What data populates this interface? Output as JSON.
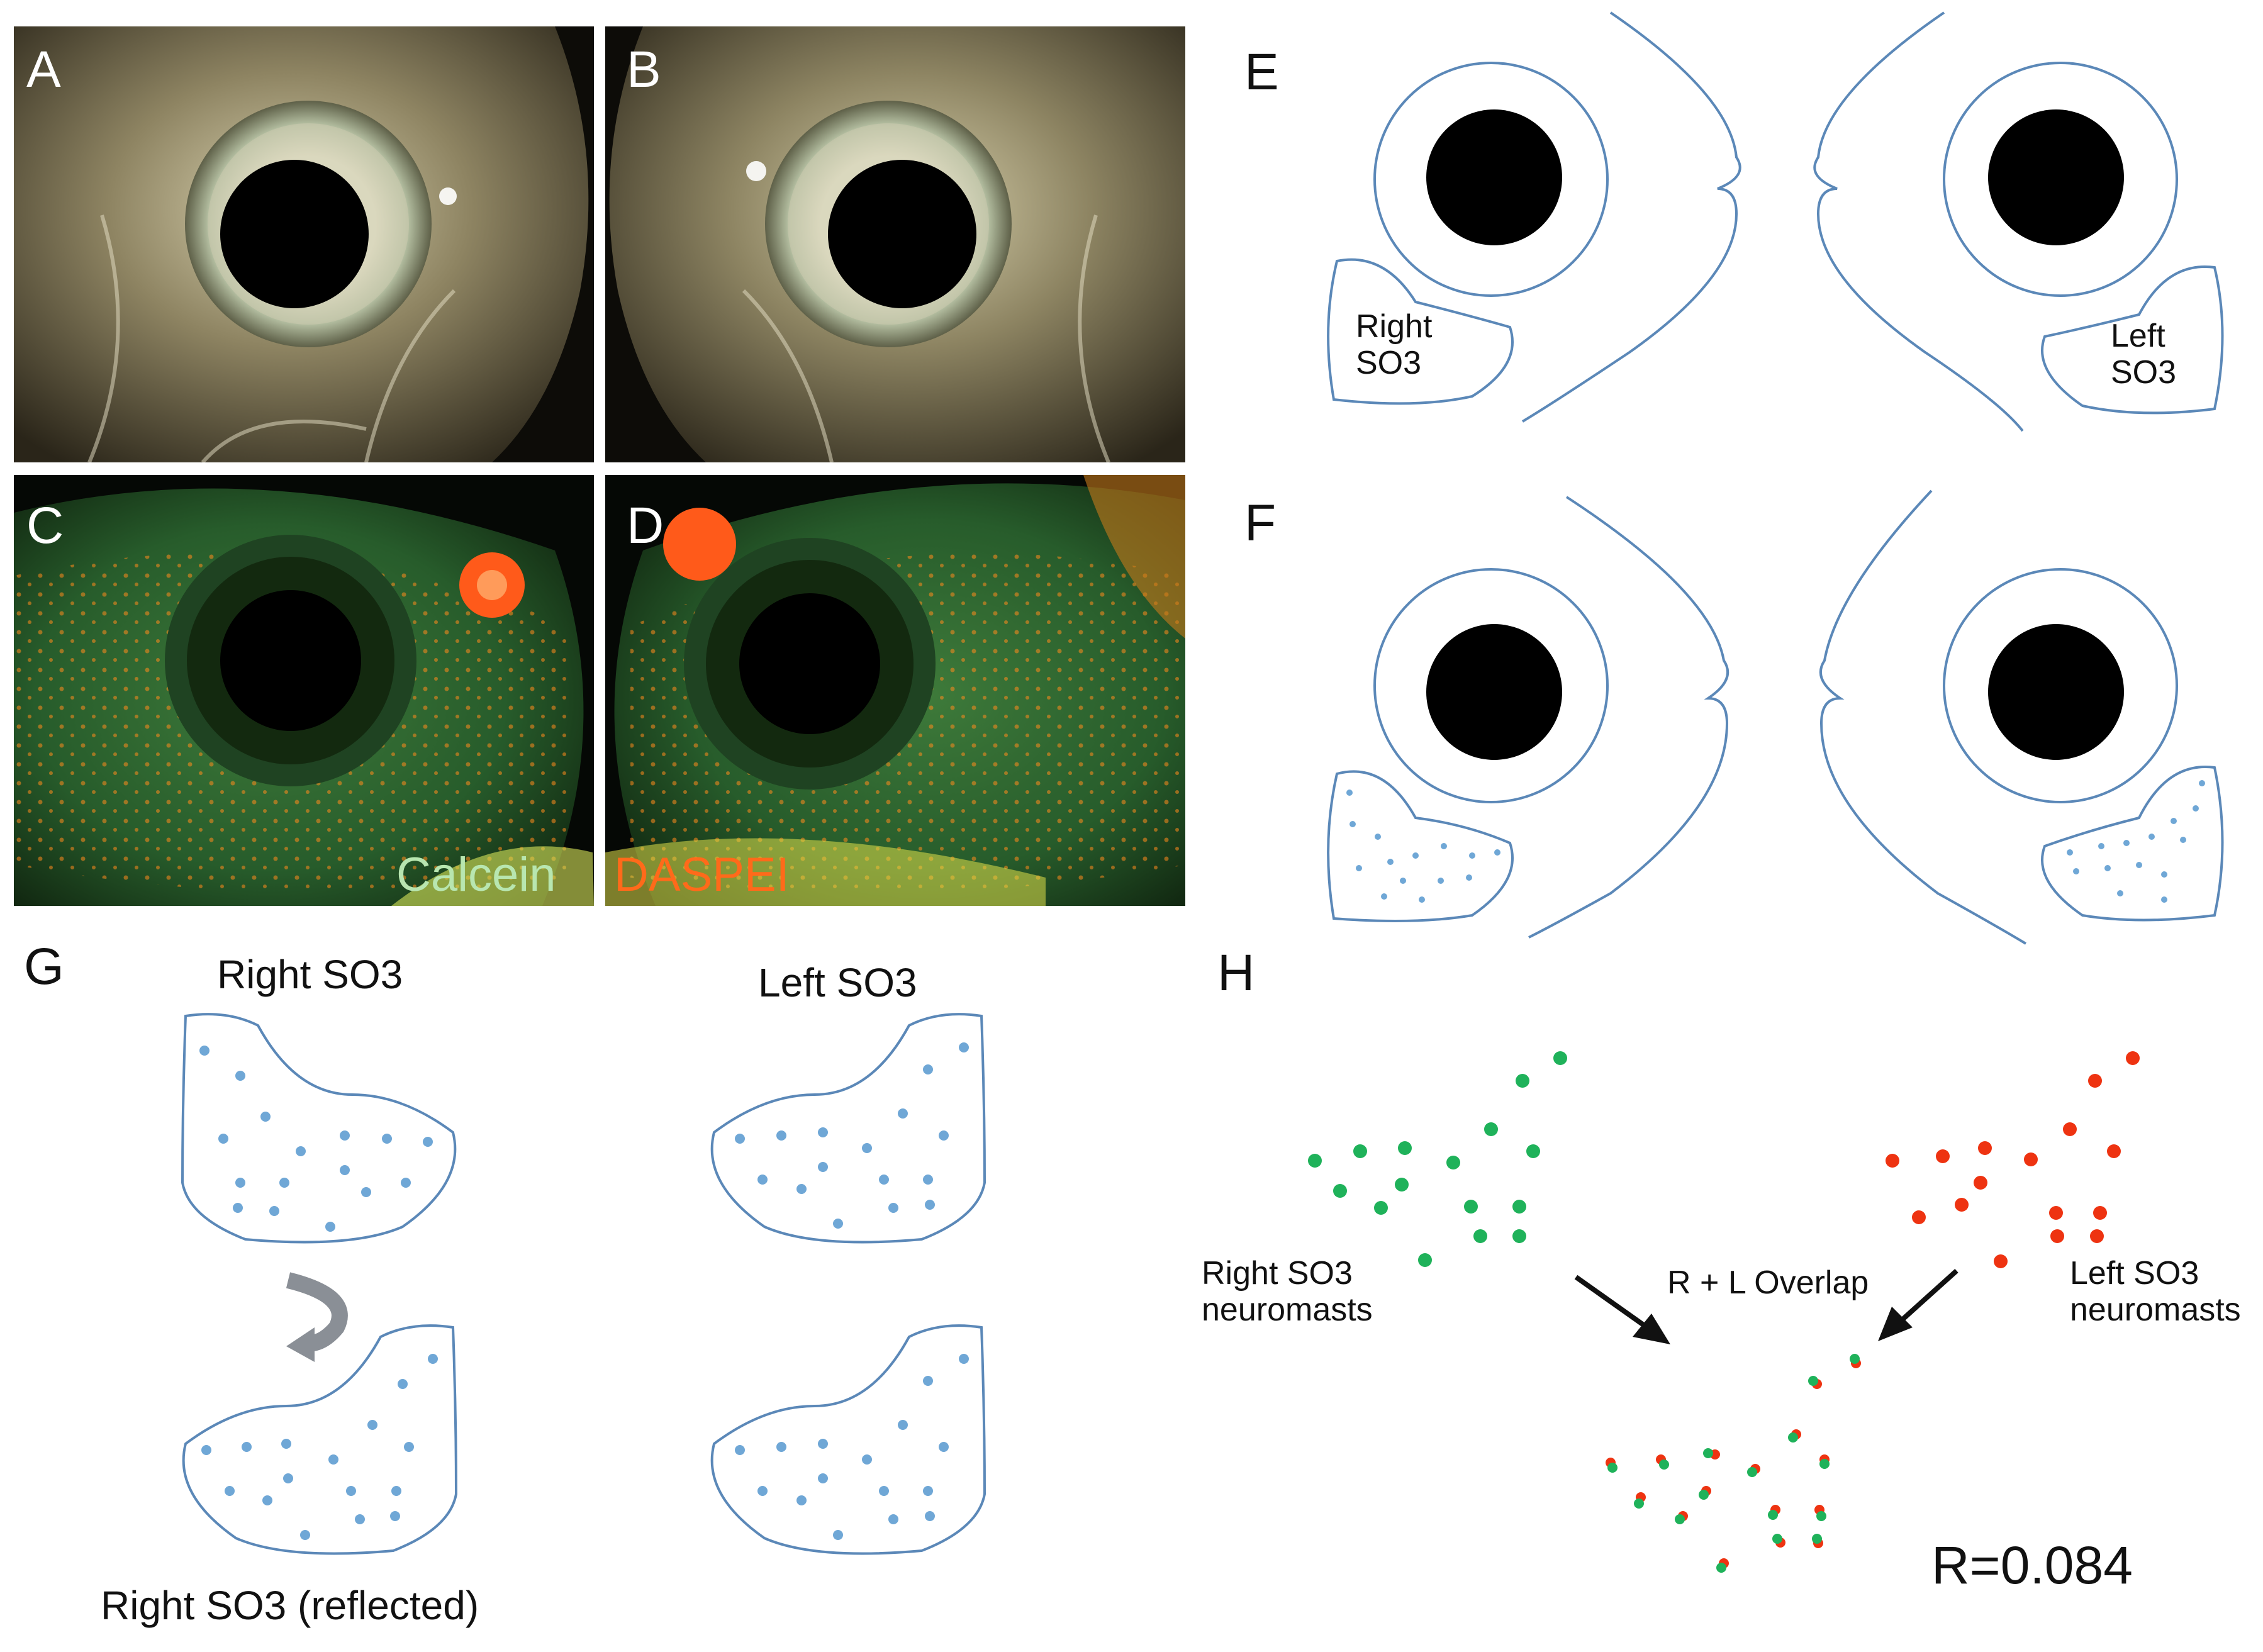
{
  "panels": {
    "A": {
      "letter": "A"
    },
    "B": {
      "letter": "B"
    },
    "C": {
      "letter": "C",
      "stain": "Calcein"
    },
    "D": {
      "letter": "D",
      "stain": "DASPEI"
    },
    "E": {
      "letter": "E",
      "right_label_1": "Right",
      "right_label_2": "SO3",
      "left_label_1": "Left",
      "left_label_2": "SO3"
    },
    "F": {
      "letter": "F"
    },
    "G": {
      "letter": "G",
      "right_title": "Right SO3",
      "left_title": "Left SO3",
      "reflected_caption": "Right SO3 (reflected)"
    },
    "H": {
      "letter": "H",
      "right_label_1": "Right SO3",
      "right_label_2": "neuromasts",
      "left_label_1": "Left SO3",
      "left_label_2": "neuromasts",
      "overlap_label": "R + L Overlap",
      "r_value": "R=0.084"
    }
  },
  "colors": {
    "outline": "#5b88b8",
    "dot_blue": "#6fa7d6",
    "dot_green": "#1fb25a",
    "dot_red": "#ee3311",
    "calcein_text": "#b8e6b0",
    "daspei_text": "#ff6a1a",
    "arrow_grey": "#8a8f96"
  }
}
